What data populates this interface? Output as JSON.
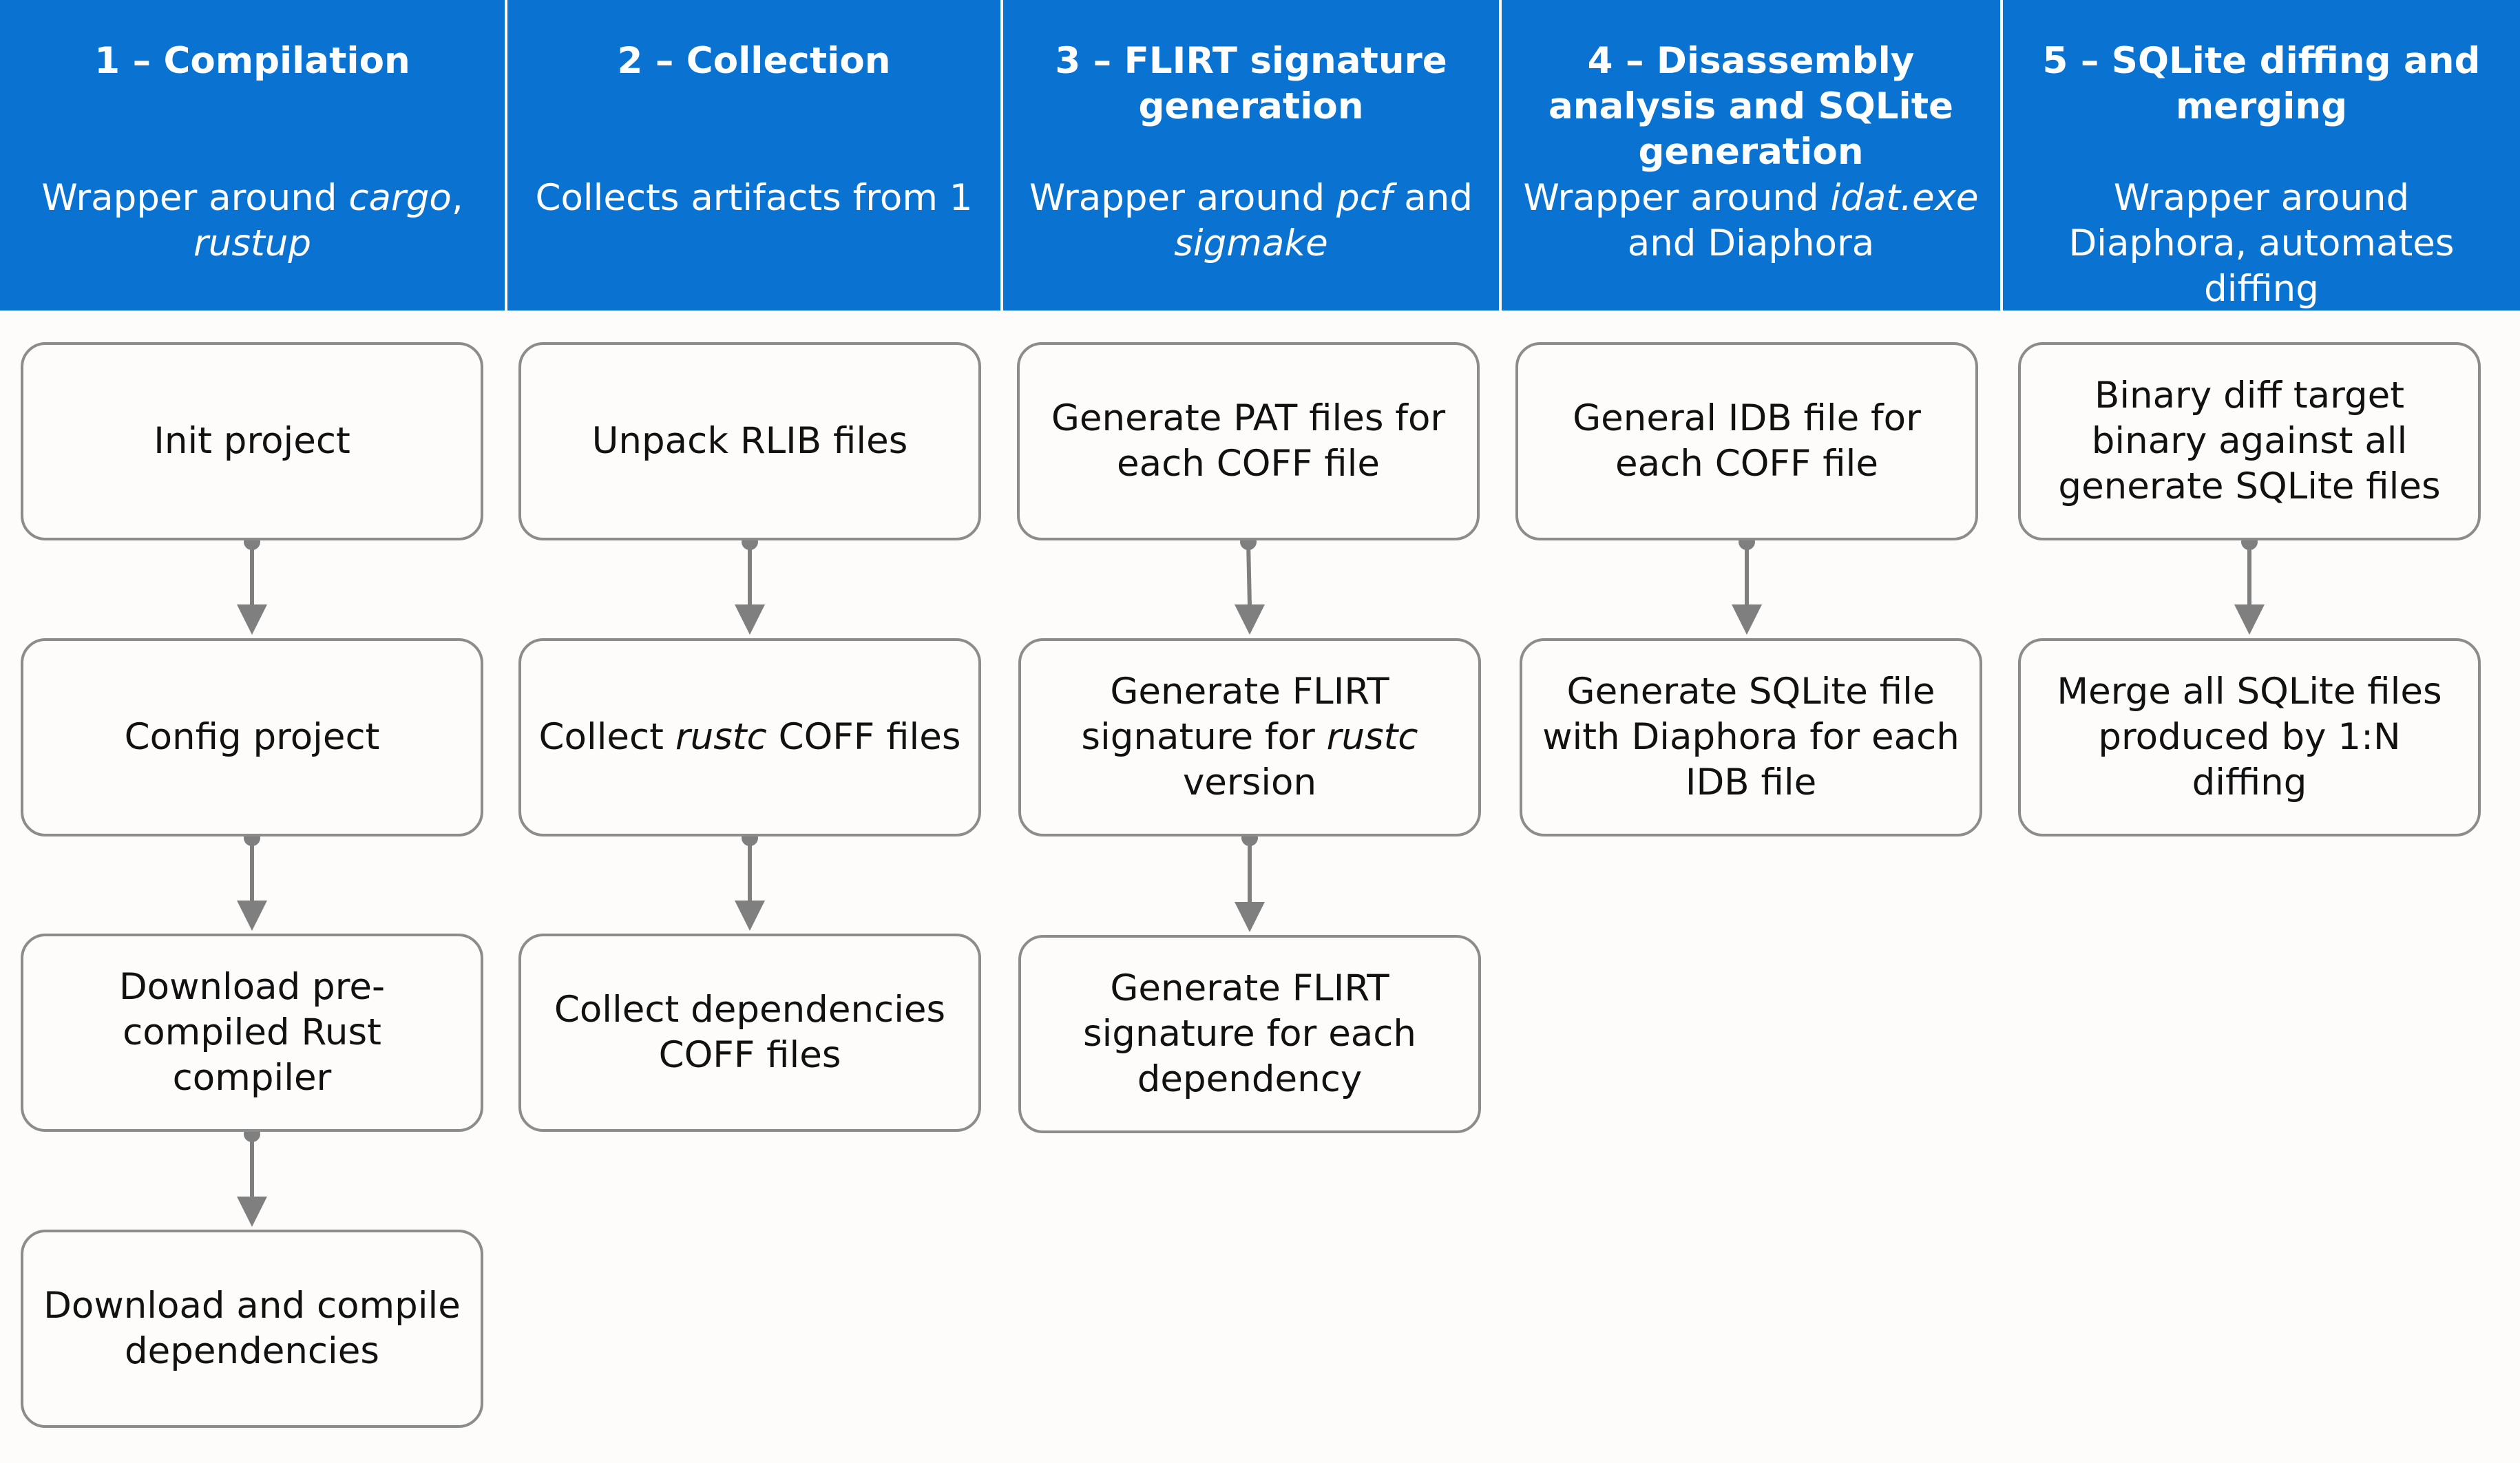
{
  "columns": [
    {
      "title": "1 – Compilation",
      "subtitle_pre": "Wrapper around ",
      "subtitle_em": "cargo",
      "subtitle_post": ", ",
      "subtitle_em2": "rustup",
      "steps": [
        "Init project",
        "Config project",
        "Download pre-compiled Rust compiler",
        "Download and compile dependencies"
      ]
    },
    {
      "title": "2 – Collection",
      "subtitle": "Collects artifacts from 1",
      "steps": [
        "Unpack RLIB files",
        "Collect ",
        "Collect dependencies COFF files"
      ],
      "step_em": {
        "pre": "Collect ",
        "em": "rustc",
        "post": " COFF files"
      }
    },
    {
      "title": "3 – FLIRT signature generation",
      "subtitle_pre": "Wrapper around ",
      "subtitle_em": "pcf",
      "subtitle_post": " and ",
      "subtitle_em2": "sigmake",
      "steps": [
        "Generate PAT files for each COFF file",
        "",
        "Generate FLIRT signature for each dependency"
      ],
      "step_em": {
        "pre": "Generate FLIRT signature for ",
        "em": "rustc",
        "post": " version"
      }
    },
    {
      "title": "4 – Disassembly analysis and SQLite generation",
      "subtitle_pre": "Wrapper around ",
      "subtitle_em": "idat.exe",
      "subtitle_post": " and Diaphora",
      "steps": [
        "General IDB file for each COFF file",
        "Generate SQLite file with Diaphora for each IDB file"
      ]
    },
    {
      "title": "5 – SQLite diffing and merging",
      "subtitle": "Wrapper around Diaphora, automates diffing",
      "steps": [
        "Binary diff target binary against all generate SQLite files",
        "Merge all SQLite files produced by 1:N diffing"
      ]
    }
  ],
  "colors": {
    "header_bg": "#0a72d0",
    "box_border": "#8c8c8c",
    "arrow": "#7f7f7f"
  }
}
